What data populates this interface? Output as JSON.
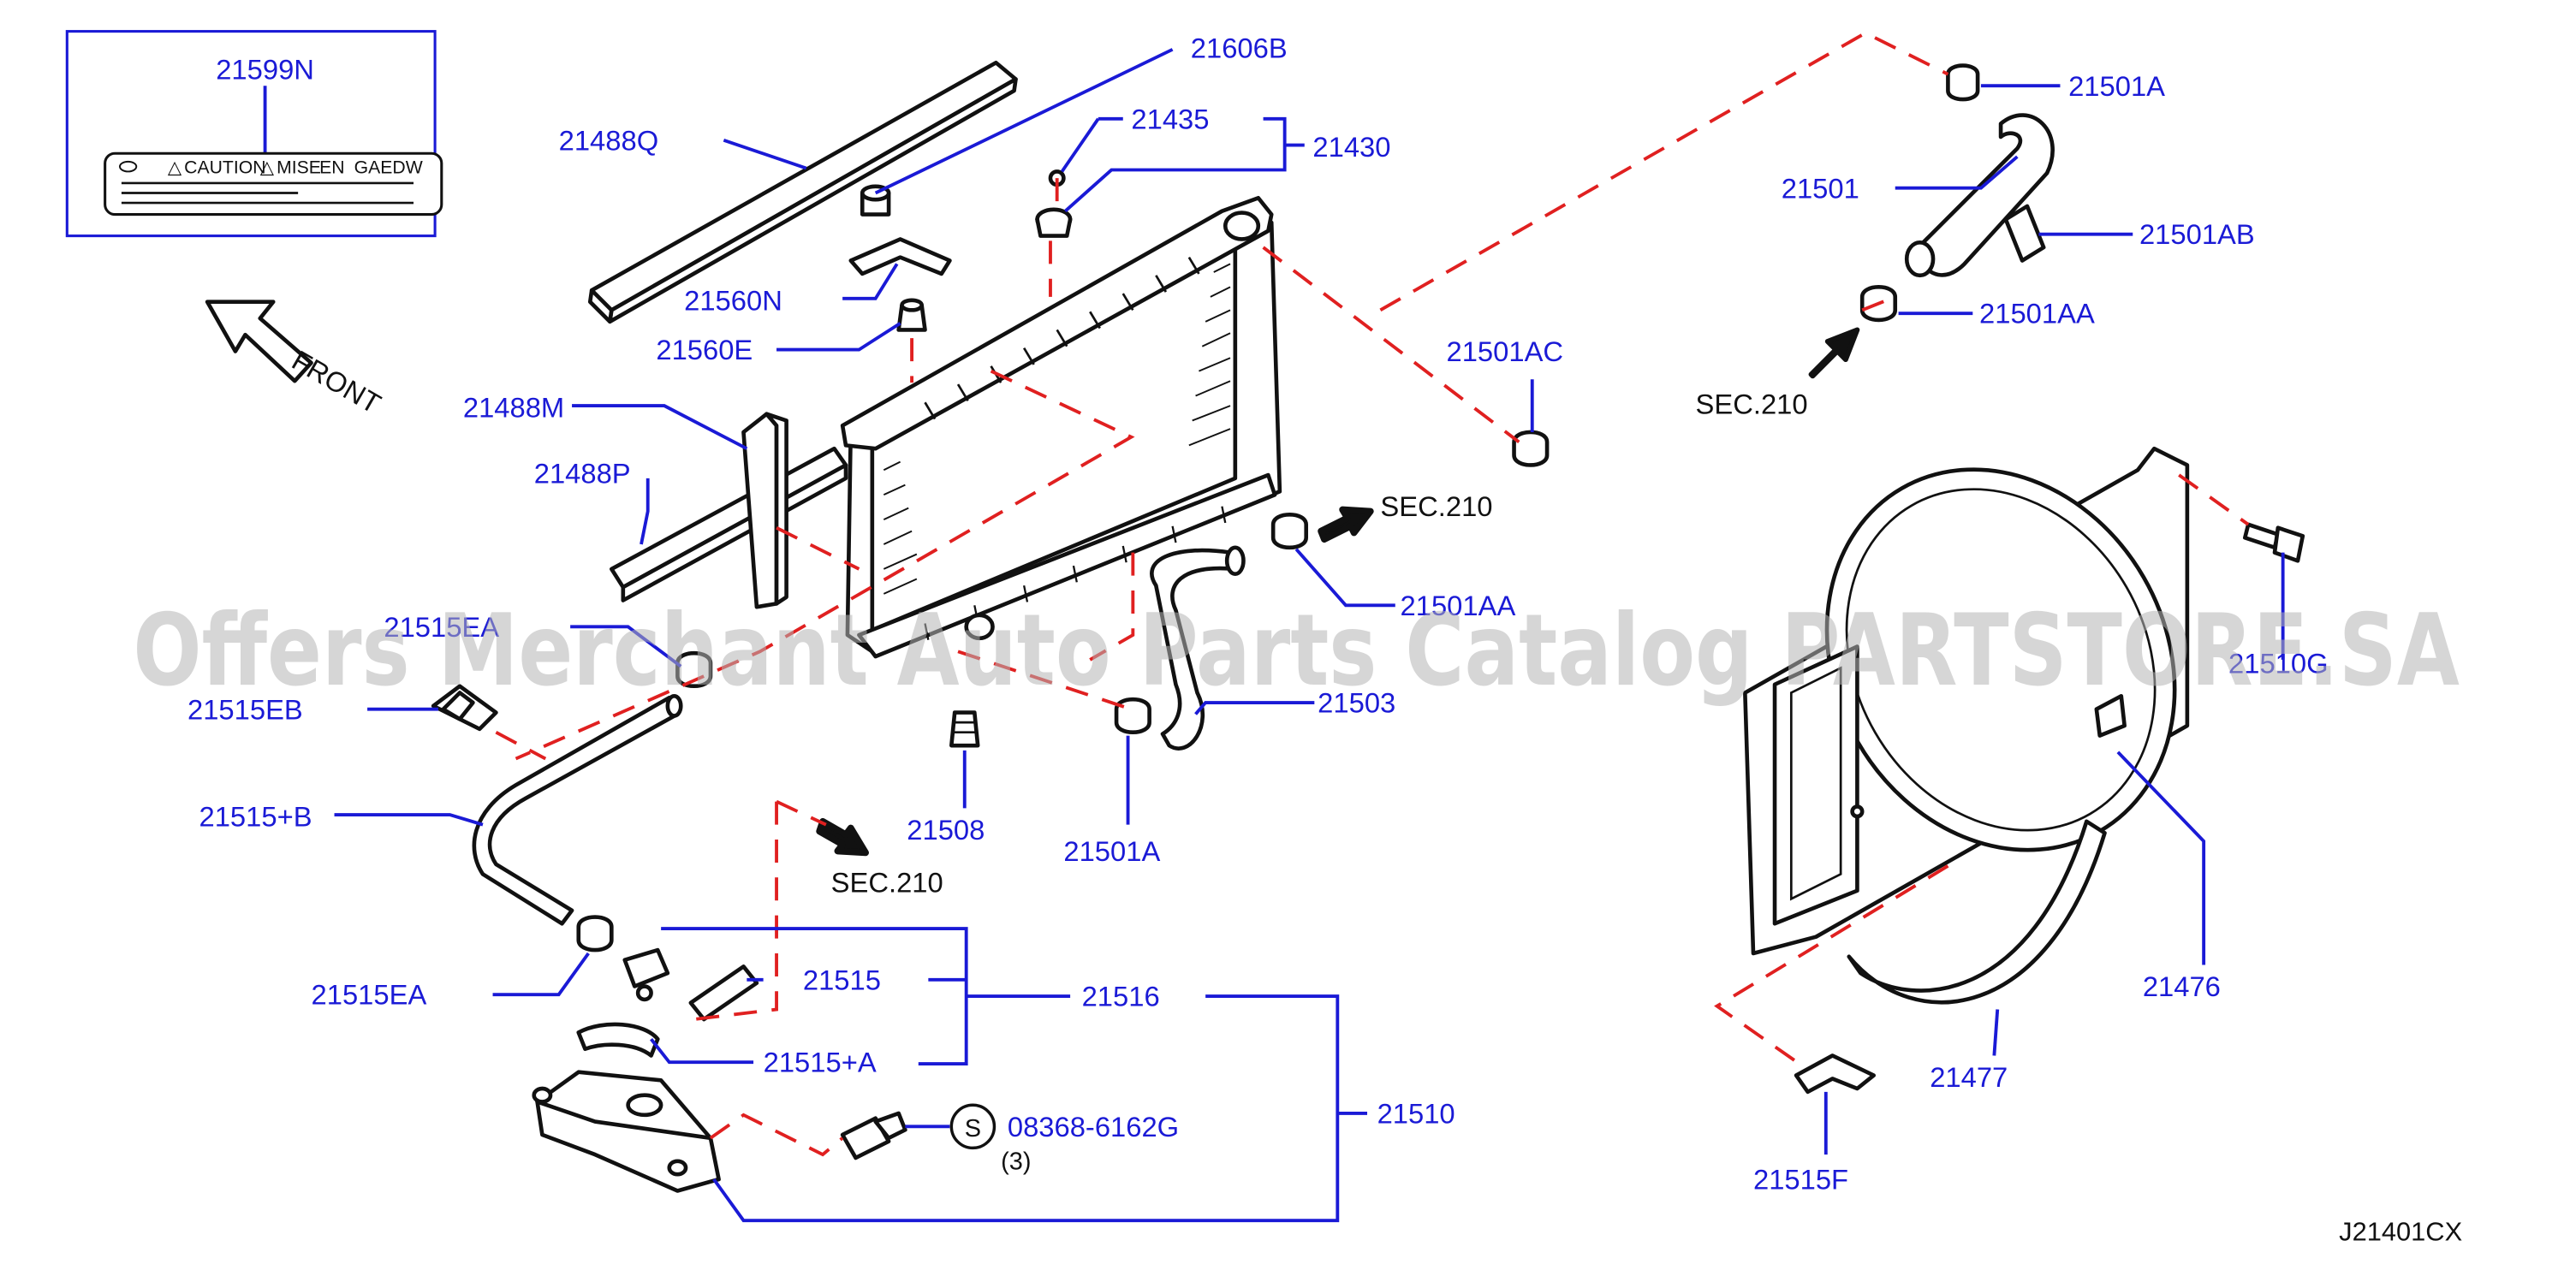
{
  "labels": {
    "p21599N": "21599N",
    "p21488Q": "21488Q",
    "p21606B": "21606B",
    "p21435": "21435",
    "p21430": "21430",
    "p21560N": "21560N",
    "p21560E": "21560E",
    "p21488M": "21488M",
    "p21488P": "21488P",
    "p21515EA_top": "21515EA",
    "p21515EB": "21515EB",
    "p21515B": "21515+B",
    "p21515EA": "21515EA",
    "p21515": "21515",
    "p21516": "21516",
    "p21515A": "21515+A",
    "p21510": "21510",
    "p08368": "08368-6162G",
    "qty3": "(3)",
    "s_symbol": "S",
    "p21508": "21508",
    "p21501A_low": "21501A",
    "p21503": "21503",
    "p21501AA_mid": "21501AA",
    "p21501AC": "21501AC",
    "p21501A_top": "21501A",
    "p21501": "21501",
    "p21501AB": "21501AB",
    "p21501AA_top": "21501AA",
    "p21510G": "21510G",
    "p21476": "21476",
    "p21477": "21477",
    "p21515F": "21515F",
    "sec210_a": "SEC.210",
    "sec210_b": "SEC.210",
    "sec210_c": "SEC.210",
    "front": "FRONT",
    "diagram_code": "J21401CX"
  },
  "caution_label": {
    "caution": "CAUTION",
    "mise": "MISE",
    "en": "EN",
    "gaedw": "GAEDW"
  },
  "watermark": "Offers Merchant Auto Parts Catalog PARTSTORE.SA",
  "colors": {
    "label_blue": "#1a1ad6",
    "dash_red": "#e02020",
    "line_black": "#111111",
    "watermark_gray": "#b4b4b4"
  }
}
